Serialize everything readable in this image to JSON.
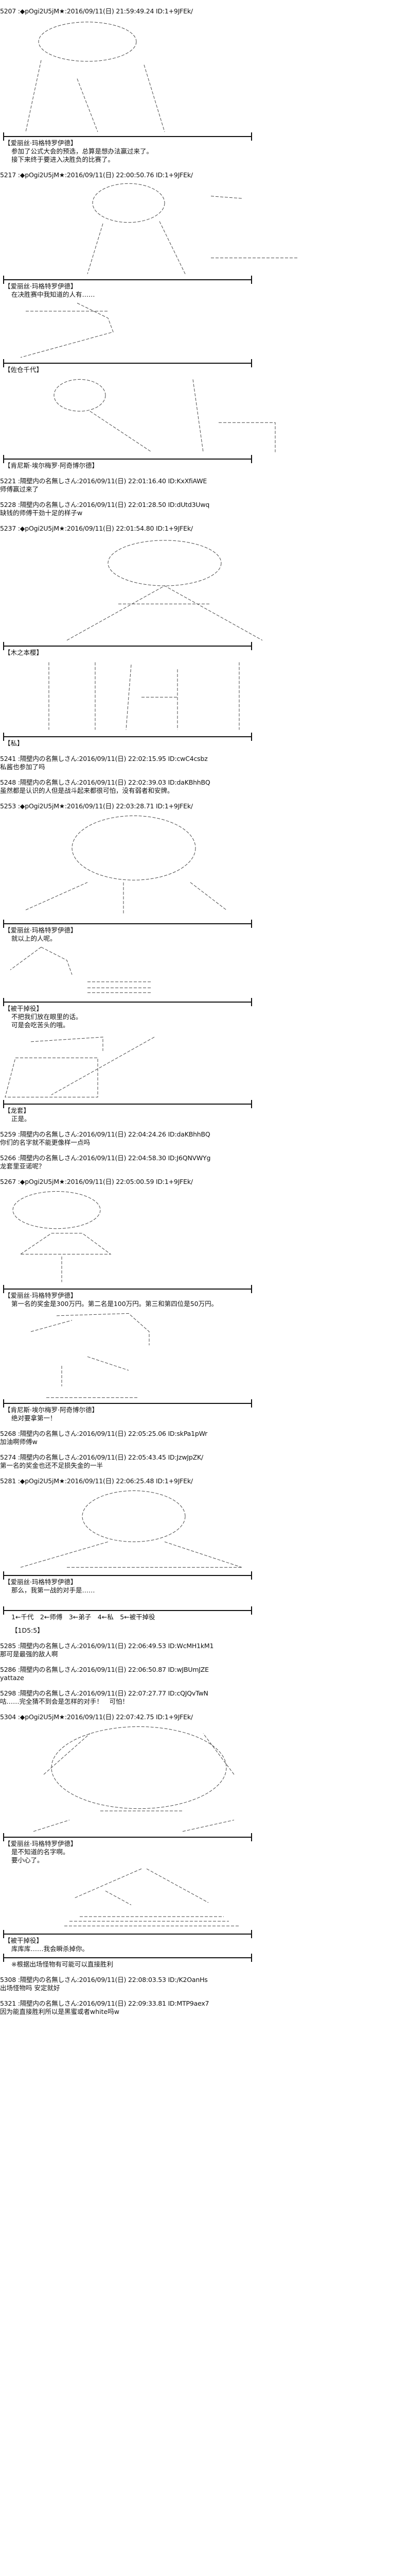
{
  "posts": [
    {
      "header": "5207 :◆pOgi2U5jM★:2016/09/11(日) 21:59:49.24 ID:1+9JFEk/"
    },
    {
      "header": "5217 :◆pOgi2U5jM★:2016/09/11(日) 22:00:50.76 ID:1+9JFEk/"
    },
    {
      "header": "5221 :隔壁内の名無しさん:2016/09/11(日) 22:01:16.40 ID:KxXfiAWE",
      "body": "师傅赢过来了"
    },
    {
      "header": "5228 :隔壁内の名無しさん:2016/09/11(日) 22:01:28.50 ID:dUtd3Uwq",
      "body": "缺钱的师傅干劲十足的样子w"
    },
    {
      "header": "5237 :◆pOgi2U5jM★:2016/09/11(日) 22:01:54.80 ID:1+9JFEk/"
    },
    {
      "header": "5241 :隔壁内の名無しさん:2016/09/11(日) 22:02:15.95 ID:cwC4csbz",
      "body": "私酱也参加了吗"
    },
    {
      "header": "5248 :隔壁内の名無しさん:2016/09/11(日) 22:02:39.03 ID:daKBhhBQ",
      "body": "虽然都是认识的人但是战斗起来都很可怕，没有弱者和安牌。"
    },
    {
      "header": "5253 :◆pOgi2U5jM★:2016/09/11(日) 22:03:28.71 ID:1+9JFEk/"
    },
    {
      "header": "5259 :隔壁内の名無しさん:2016/09/11(日) 22:04:24.26 ID:daKBhhBQ",
      "body": "你们的名字就不能更像样一点吗"
    },
    {
      "header": "5266 :隔壁内の名無しさん:2016/09/11(日) 22:04:58.30 ID:J6QNVWYg",
      "body": "龙套里亚诺呢？"
    },
    {
      "header": "5267 :◆pOgi2U5jM★:2016/09/11(日) 22:05:00.59 ID:1+9JFEk/"
    },
    {
      "header": "5268 :隔壁内の名無しさん:2016/09/11(日) 22:05:25.06 ID:skPa1pWr",
      "body": "加油啊师傅w"
    },
    {
      "header": "5274 :隔壁内の名無しさん:2016/09/11(日) 22:05:43.45 ID:JzwJpZK/",
      "body": "第一名的奖金也还不足损失金的一半"
    },
    {
      "header": "5281 :◆pOgi2U5jM★:2016/09/11(日) 22:06:25.48 ID:1+9JFEk/"
    },
    {
      "header": "5285 :隔壁内の名無しさん:2016/09/11(日) 22:06:49.53 ID:WcMH1kM1",
      "body": "那可是最强的敌人啊"
    },
    {
      "header": "5286 :隔壁内の名無しさん:2016/09/11(日) 22:06:50.87 ID:wJBUmJZE",
      "body": "yattaze"
    },
    {
      "header": "5298 :隔壁内の名無しさん:2016/09/11(日) 22:07:27.77 ID:cQJQvTwN",
      "body": "咕……完全猜不到会是怎样的对手！　可怕！"
    },
    {
      "header": "5304 :◆pOgi2U5jM★:2016/09/11(日) 22:07:42.75 ID:1+9JFEk/"
    },
    {
      "header": "5308 :隔壁内の名無しさん:2016/09/11(日) 22:08:03.53 ID:/K2OanHs",
      "body": "出场怪物吗 安定就好"
    },
    {
      "header": "5321 :隔壁内の名無しさん:2016/09/11(日) 22:09:33.81 ID:MTP9aex7",
      "body": "因为能直接胜利所以是黑蜜或者white吗w"
    }
  ],
  "scenes": [
    {
      "speaker": "【爱丽丝·玛格特罗伊德】",
      "lines": [
        "参加了公式大会的预选，总算是想办法赢过来了。",
        "接下来终于要进入决胜负的比赛了。"
      ]
    },
    {
      "speaker": "【爱丽丝·玛格特罗伊德】",
      "lines": [
        "在决胜赛中我知道的人有……"
      ]
    },
    {
      "speaker": "【佐仓千代】"
    },
    {
      "speaker": "【肯尼斯·埃尔梅罗·阿奇博尔德】"
    },
    {
      "speaker": "【木之本樱】"
    },
    {
      "speaker": "【私】"
    },
    {
      "speaker": "【爱丽丝·玛格特罗伊德】",
      "lines": [
        "就以上的人呢。"
      ]
    },
    {
      "speaker": "【被干掉役】",
      "lines": [
        "不把我们放在眼里的话。",
        "可是会吃苦头的哦。"
      ]
    },
    {
      "speaker": "【龙套】",
      "lines": [
        "正是。"
      ]
    },
    {
      "speaker": "【爱丽丝·玛格特罗伊德】",
      "lines": [
        "第一名的奖金是300万円。第二名是100万円。第三和第四位是50万円。"
      ]
    },
    {
      "speaker": "【肯尼斯·埃尔梅罗·阿奇博尔德】",
      "lines": [
        "绝对要拿第一！"
      ]
    },
    {
      "speaker": "【爱丽丝·玛格特罗伊德】",
      "lines": [
        "那么，我第一战的对手是……"
      ]
    },
    {
      "speaker": "【爱丽丝·玛格特罗伊德】",
      "lines": [
        "是不知道的名字啊。",
        "要小心了。"
      ]
    },
    {
      "speaker": "【被干掉役】",
      "lines": [
        "库库库……我会瞬杀掉你。"
      ]
    }
  ],
  "dice": {
    "options": "1←千代　2←师傅　3←弟子　4←私　5←被干掉役",
    "result": "【1D5:5】"
  },
  "note": "※根据出场怪物有可能可以直接胜利"
}
